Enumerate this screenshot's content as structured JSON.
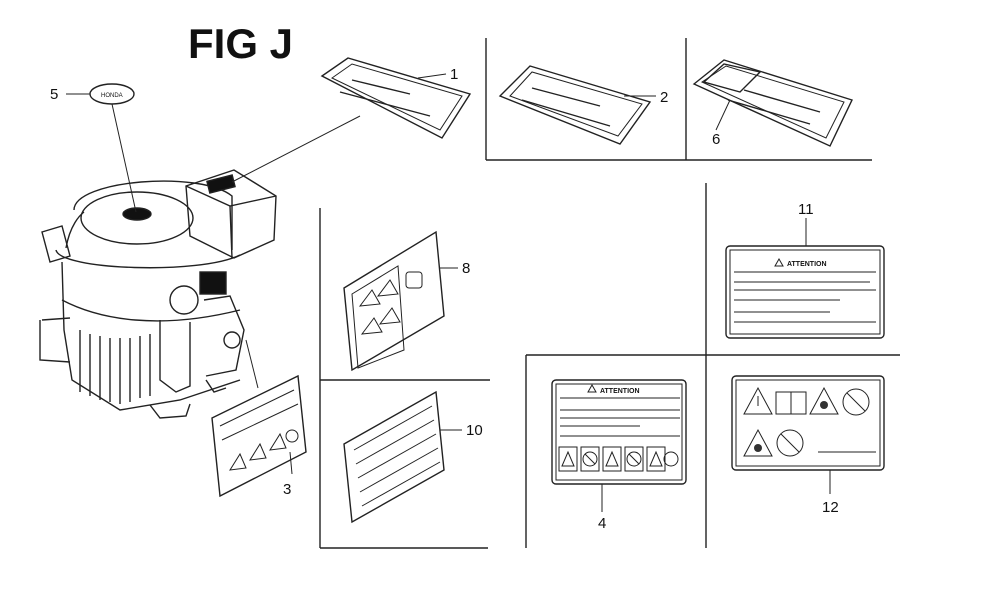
{
  "figure": {
    "title": "FIG J"
  },
  "callouts": {
    "c1": "1",
    "c2": "2",
    "c3": "3",
    "c4": "4",
    "c5": "5",
    "c6": "6",
    "c8": "8",
    "c10": "10",
    "c11": "11",
    "c12": "12"
  },
  "labels": {
    "attention_4": "ATTENTION",
    "attention_11": "ATTENTION",
    "emblem_5": "HONDA"
  }
}
